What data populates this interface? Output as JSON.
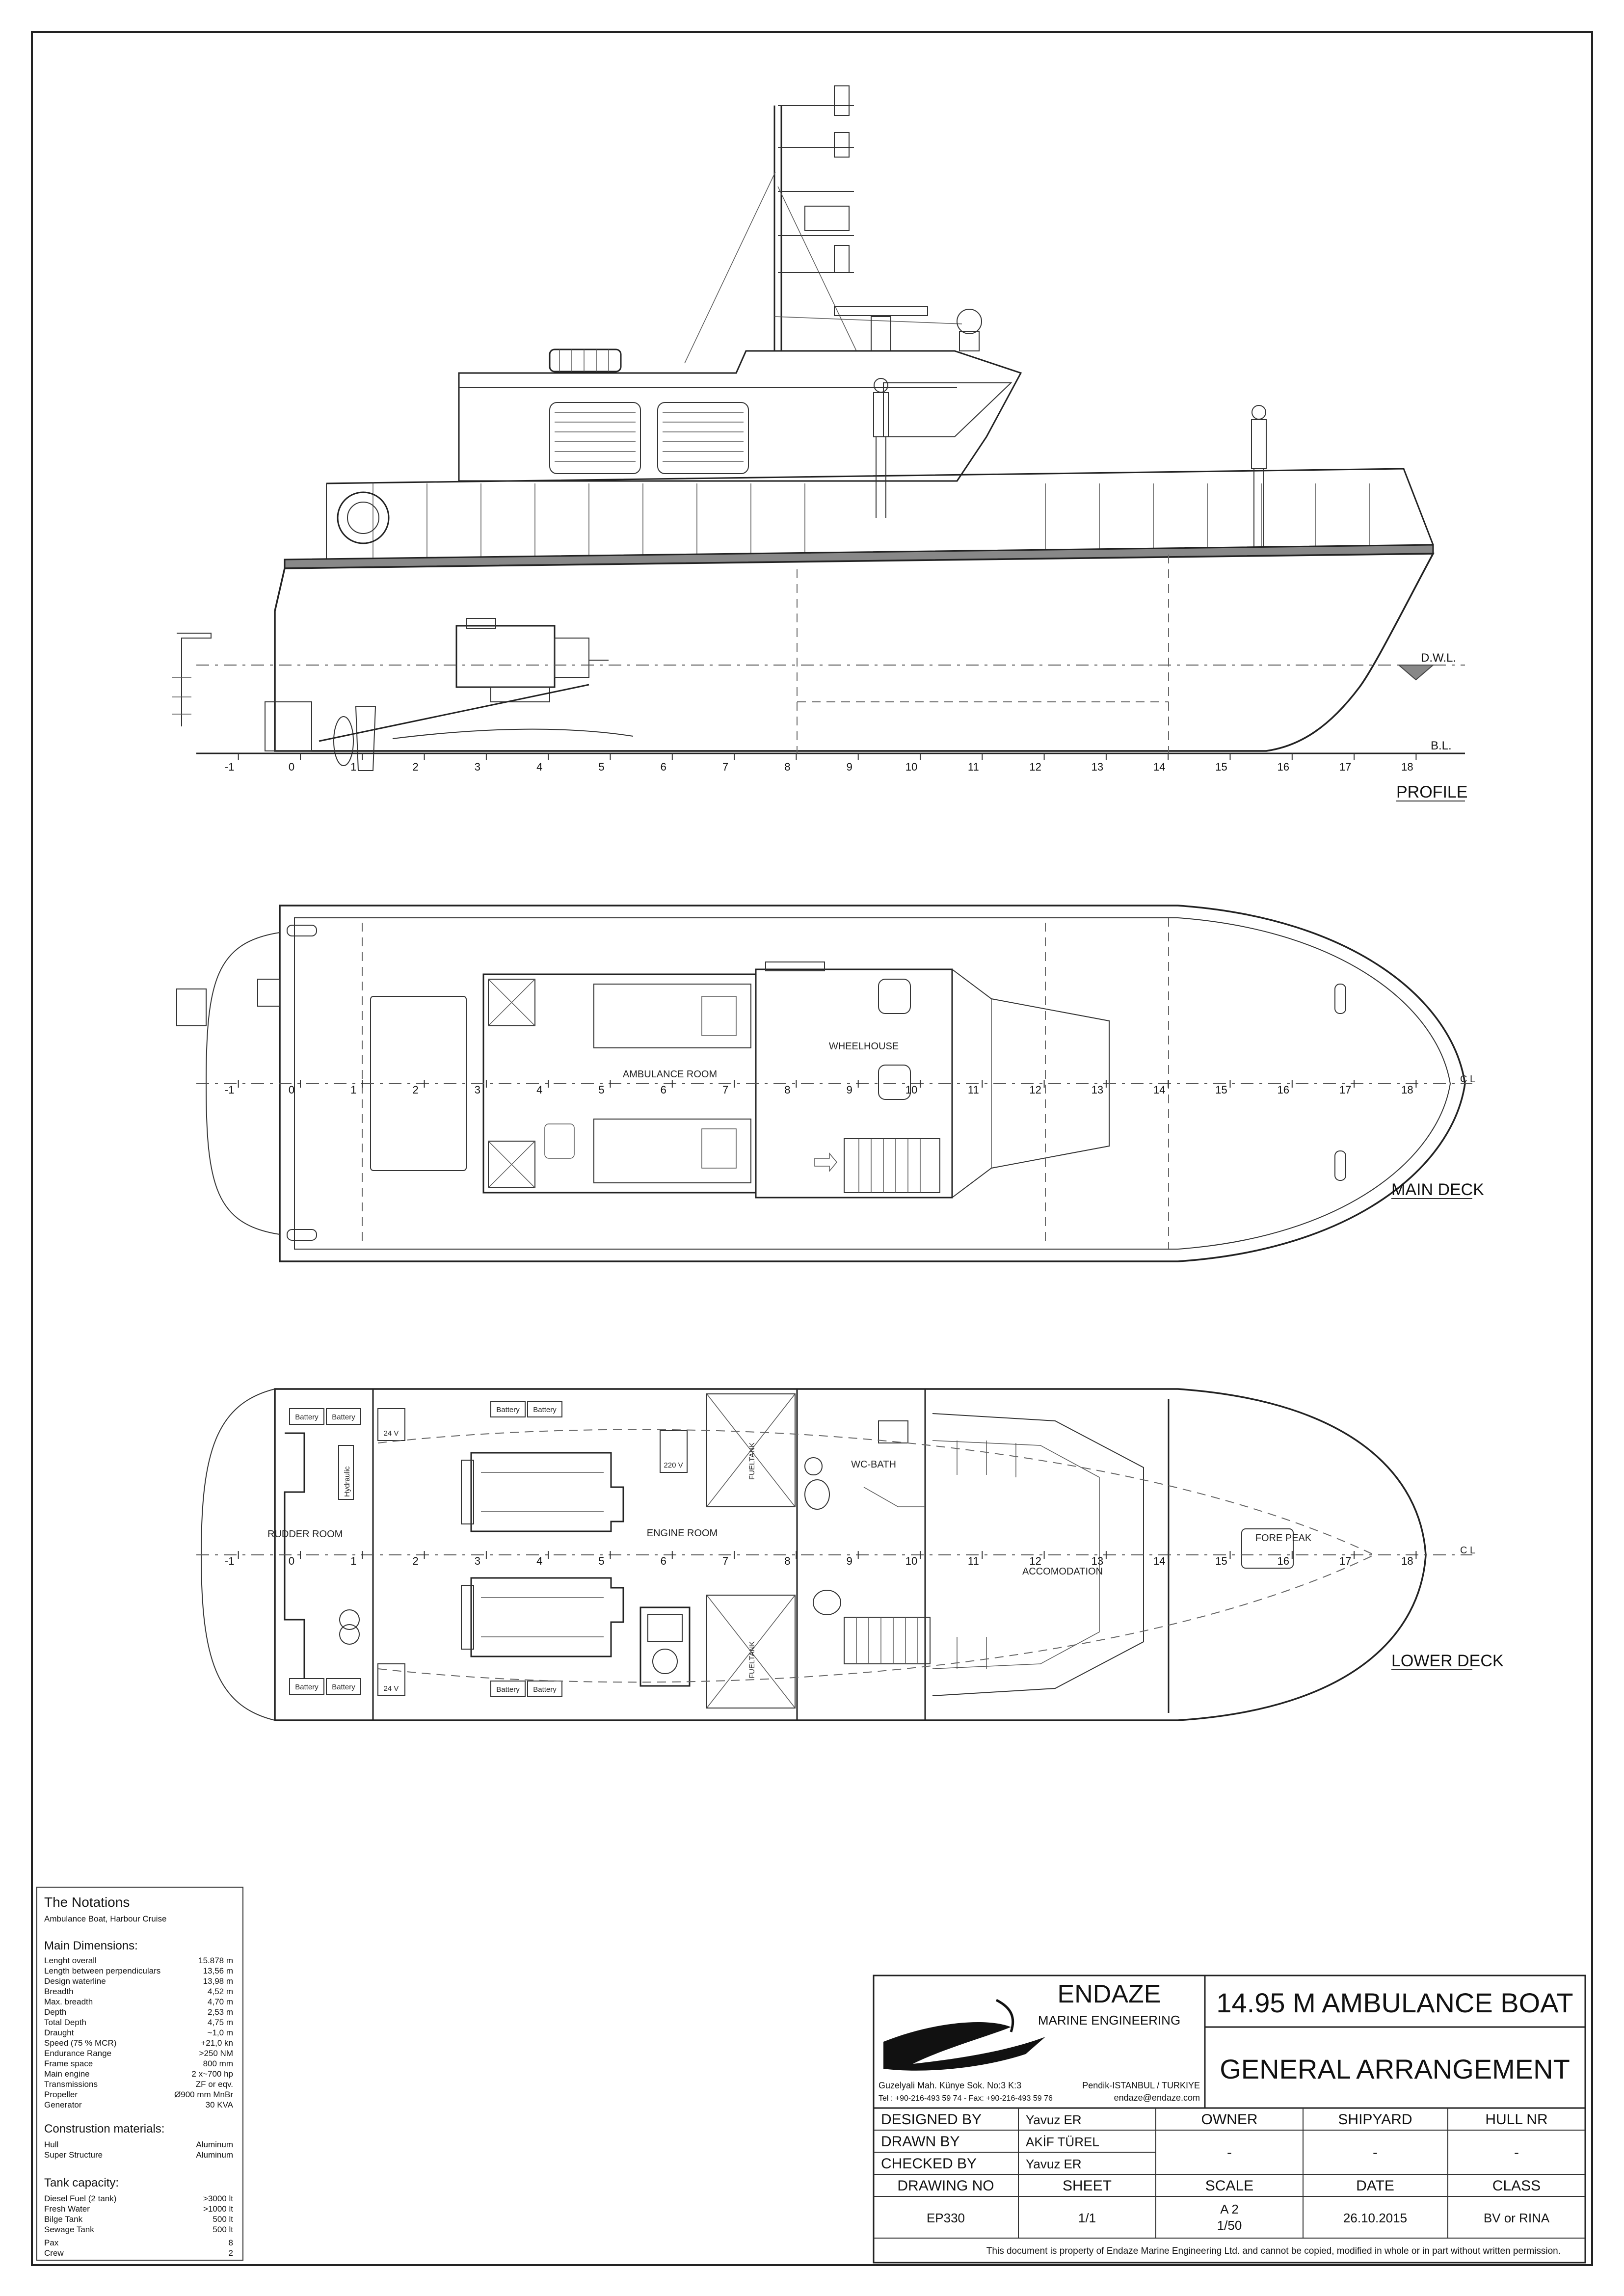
{
  "frame_numbers": [
    "-1",
    "0",
    "1",
    "2",
    "3",
    "4",
    "5",
    "6",
    "7",
    "8",
    "9",
    "10",
    "11",
    "12",
    "13",
    "14",
    "15",
    "16",
    "17",
    "18"
  ],
  "views": {
    "profile": {
      "label": "PROFILE",
      "dwl": "D.W.L.",
      "bl": "B.L."
    },
    "main_deck": {
      "label": "MAIN DECK",
      "ambulance_room": "AMBULANCE ROOM",
      "wheelhouse": "WHEELHOUSE",
      "centerline": "C L"
    },
    "lower_deck": {
      "label": "LOWER DECK",
      "rudder_room": "RUDDER ROOM",
      "engine_room": "ENGINE ROOM",
      "wc_bath": "WC-BATH",
      "accomodation": "ACCOMODATION",
      "fore_peak": "FORE PEAK",
      "fueltank": "FUELTANK",
      "battery": "Battery",
      "v24": "24 V",
      "v220": "220 V",
      "hydraulic": "Hydraulic",
      "centerline": "C L"
    }
  },
  "notations": {
    "title": "The Notations",
    "subtitle": "Ambulance Boat, Harbour Cruise",
    "main_dimensions_title": "Main Dimensions:",
    "main_dimensions": [
      {
        "k": "Lenght overall",
        "v": "15.878 m"
      },
      {
        "k": "Length between perpendiculars",
        "v": "13,56 m"
      },
      {
        "k": "Design waterline",
        "v": "13,98 m"
      },
      {
        "k": "Breadth",
        "v": "4,52 m"
      },
      {
        "k": "Max. breadth",
        "v": "4,70 m"
      },
      {
        "k": "Depth",
        "v": "2,53 m"
      },
      {
        "k": "Total Depth",
        "v": "4,75 m"
      },
      {
        "k": "Draught",
        "v": "~1,0 m"
      },
      {
        "k": "Speed (75 % MCR)",
        "v": "+21,0 kn"
      },
      {
        "k": "Endurance Range",
        "v": ">250 NM"
      },
      {
        "k": "Frame space",
        "v": "800 mm"
      },
      {
        "k": "Main engine",
        "v": "2 x~700 hp"
      },
      {
        "k": "Transmissions",
        "v": "ZF or eqv."
      },
      {
        "k": "Propeller",
        "v": "Ø900 mm MnBr"
      },
      {
        "k": "Generator",
        "v": "30 KVA"
      }
    ],
    "materials_title": "Construstion materials:",
    "materials": [
      {
        "k": "Hull",
        "v": "Aluminum"
      },
      {
        "k": "Super Structure",
        "v": "Aluminum"
      }
    ],
    "tanks_title": "Tank capacity:",
    "tanks": [
      {
        "k": "Diesel Fuel (2 tank)",
        "v": ">3000 lt"
      },
      {
        "k": "Fresh Water",
        "v": ">1000 lt"
      },
      {
        "k": "Bilge Tank",
        "v": "500 lt"
      },
      {
        "k": "Sewage Tank",
        "v": "500 lt"
      }
    ],
    "crew": [
      {
        "k": "Pax",
        "v": "8"
      },
      {
        "k": "Crew",
        "v": "2"
      }
    ]
  },
  "title_block": {
    "company": "ENDAZE",
    "company_sub": "MARINE ENGINEERING",
    "address": "Guzelyali Mah. Künye Sok. No:3 K:3",
    "city": "Pendik-ISTANBUL / TURKIYE",
    "phone": "Tel : +90-216-493 59 74 - Fax: +90-216-493 59 76",
    "email": "endaze@endaze.com",
    "project_title": "14.95 M AMBULANCE BOAT",
    "drawing_title": "GENERAL ARRANGEMENT",
    "designed_by_label": "DESIGNED BY",
    "designed_by": "Yavuz ER",
    "drawn_by_label": "DRAWN BY",
    "drawn_by": "AKİF TÜREL",
    "checked_by_label": "CHECKED BY",
    "checked_by": "Yavuz ER",
    "owner_label": "OWNER",
    "owner": "-",
    "shipyard_label": "SHIPYARD",
    "shipyard": "-",
    "hull_nr_label": "HULL NR",
    "hull_nr": "-",
    "drawing_no_label": "DRAWING NO",
    "drawing_no": "EP330",
    "sheet_label": "SHEET",
    "sheet": "1/1",
    "scale_label": "SCALE",
    "scale_paper": "A 2",
    "scale": "1/50",
    "date_label": "DATE",
    "date": "26.10.2015",
    "class_label": "CLASS",
    "class": "BV or RINA",
    "disclaimer": "This document is property of  Endaze Marine Engineering Ltd. and cannot be copied, modified in whole or in part without written permission."
  }
}
